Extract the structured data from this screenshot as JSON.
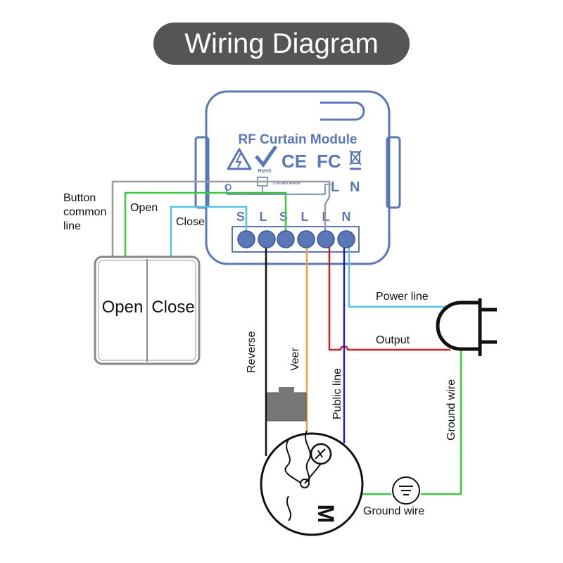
{
  "title": "Wiring Diagram",
  "module": {
    "name": "RF Curtain Module",
    "cert_marks": [
      "CE",
      "FC"
    ],
    "cert_small_text": "RoHS",
    "inner_label": "Curtain Motor",
    "top_terminals": [
      "L",
      "N"
    ],
    "terminals": [
      "S'",
      "L",
      "S",
      "L",
      "L",
      "N"
    ],
    "colors": {
      "outline": "#5a78b8",
      "terminal": "#5a78b8"
    }
  },
  "switch": {
    "left_label": "Open",
    "right_label": "Close"
  },
  "wire_labels": {
    "button_common_line": [
      "Button",
      "common",
      "line"
    ],
    "open": "Open",
    "close": "Close",
    "reverse": "Reverse",
    "veer": "Veer",
    "public_line": "Public line",
    "power_line": "Power line",
    "output": "Output",
    "ground_wire_vertical": "Ground wire",
    "ground_wire_horizontal": "Ground wire"
  },
  "motor": {
    "label": "M"
  },
  "wire_colors": {
    "common": "#9a9a9a",
    "open": "#3cc83c",
    "close": "#55c5e0",
    "reverse": "#111111",
    "veer": "#f0a040",
    "output": "#d02020",
    "public": "#2020b0",
    "power": "#55c5e0",
    "ground": "#3cc83c"
  }
}
